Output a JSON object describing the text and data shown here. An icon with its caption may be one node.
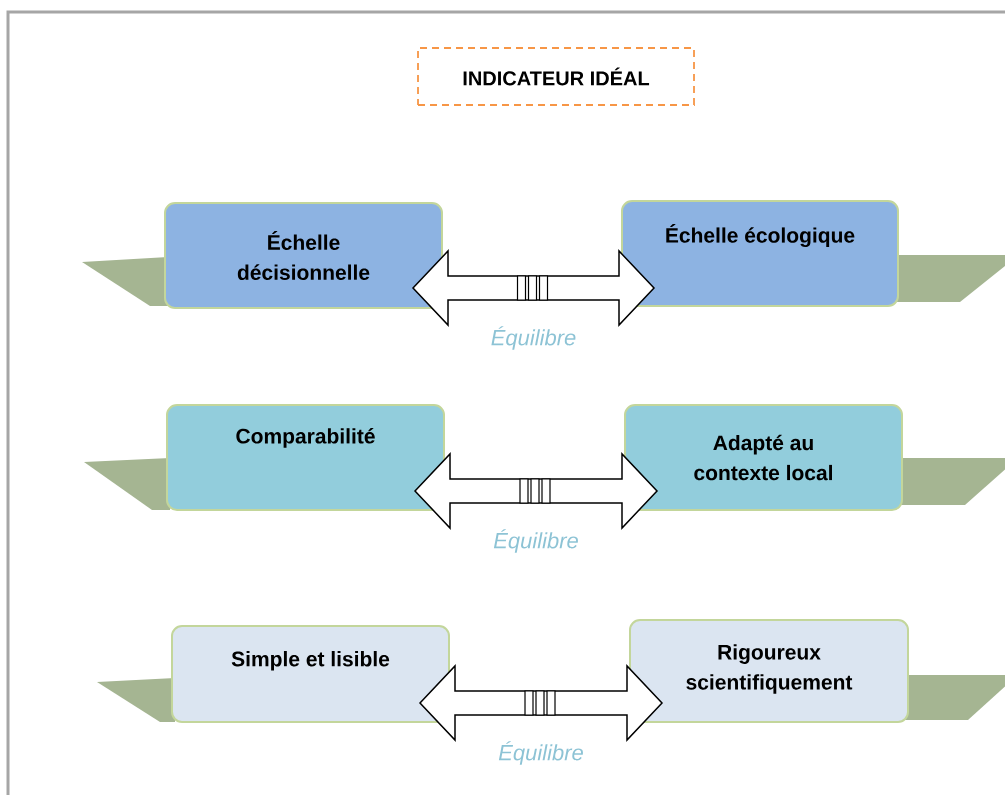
{
  "diagram": {
    "nodes": [
      {
        "text": [
          "INDICATEUR IDÉAL"
        ]
      },
      {
        "text": [
          "Échelle décisionnelle"
        ]
      },
      {
        "text": [
          "Échelle écologique"
        ]
      },
      {
        "text": [
          "Comparabilité"
        ]
      },
      {
        "text": [
          "Adapté au contexte local"
        ]
      },
      {
        "text": [
          "Simple et lisible"
        ]
      },
      {
        "text": [
          "Rigoureux scientifiquement"
        ]
      }
    ],
    "edges": [
      {
        "from": 1,
        "to": 2,
        "arrow": "both",
        "label": "Équilibre"
      },
      {
        "from": 3,
        "to": 4,
        "arrow": "both",
        "label": "Équilibre"
      },
      {
        "from": 5,
        "to": 6,
        "arrow": "both",
        "label": "Équilibre"
      }
    ]
  }
}
